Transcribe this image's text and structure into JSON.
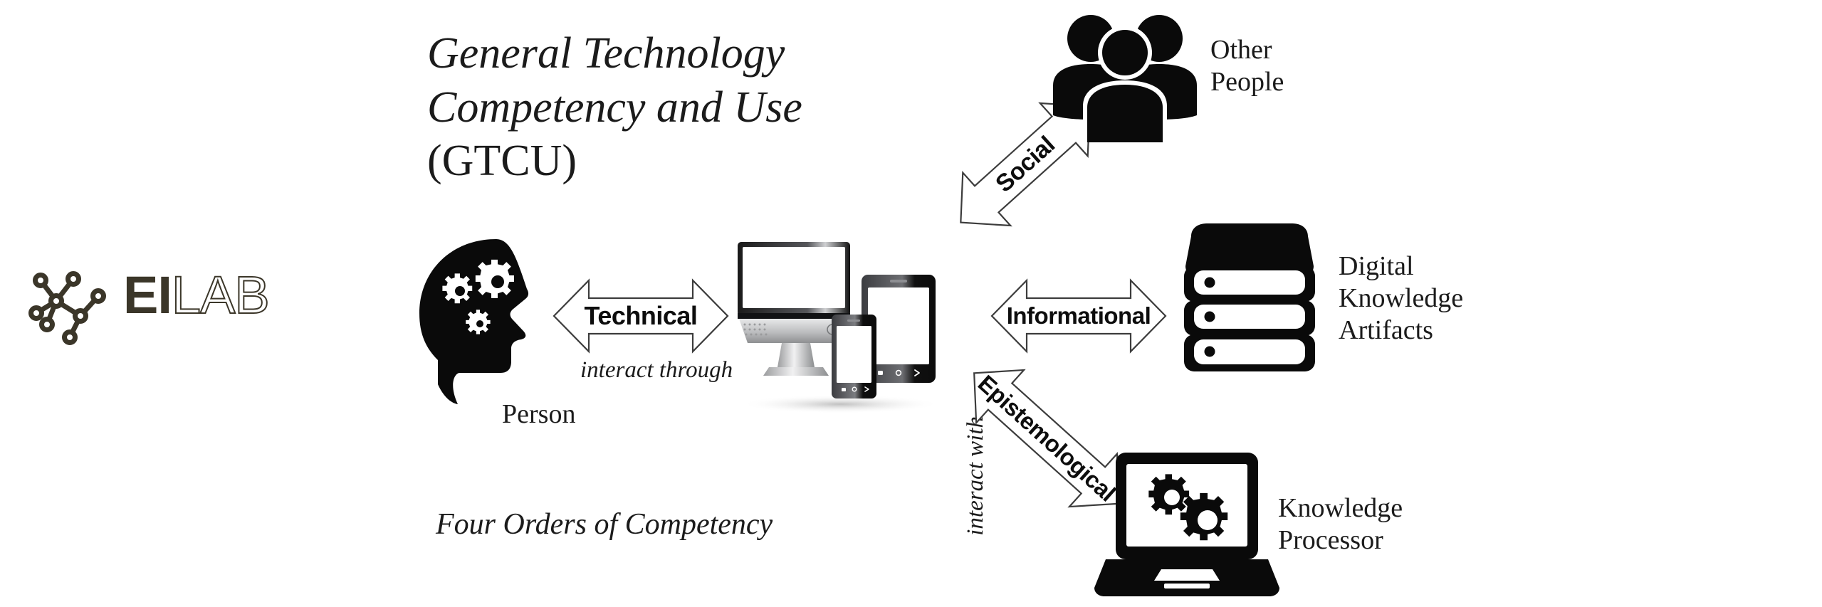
{
  "logo": {
    "mark_icon": "network-nodes-icon",
    "text_bold": "EI",
    "text_light": "LAB"
  },
  "heading": {
    "line1": "General Technology",
    "line2": "Competency and Use",
    "line3": "(GTCU)",
    "footer_caption": "Four Orders of Competency"
  },
  "nodes": {
    "person": {
      "label": "Person",
      "icon": "head-with-gears-icon"
    },
    "devices": {
      "icon": "monitor-tablet-phone-icon"
    },
    "other_people": {
      "label_line1": "Other",
      "label_line2": "People",
      "icon": "group-of-people-icon"
    },
    "digital_artifacts": {
      "label_line1": "Digital",
      "label_line2": "Knowledge",
      "label_line3": "Artifacts",
      "icon": "server-stack-icon"
    },
    "knowledge_processor": {
      "label_line1": "Knowledge",
      "label_line2": "Processor",
      "icon": "laptop-with-gears-icon"
    }
  },
  "arrows": {
    "technical": {
      "label": "Technical",
      "sublabel": "interact through"
    },
    "informational": {
      "label": "Informational"
    },
    "social": {
      "label": "Social"
    },
    "epistemological": {
      "label": "Epistemological"
    },
    "interact_with": {
      "label": "interact with"
    }
  },
  "colors": {
    "logo_olive": "#3b3629",
    "ink": "#1b1b1b",
    "arrow_stroke": "#3c3c3c",
    "arrow_fill": "#ffffff"
  }
}
